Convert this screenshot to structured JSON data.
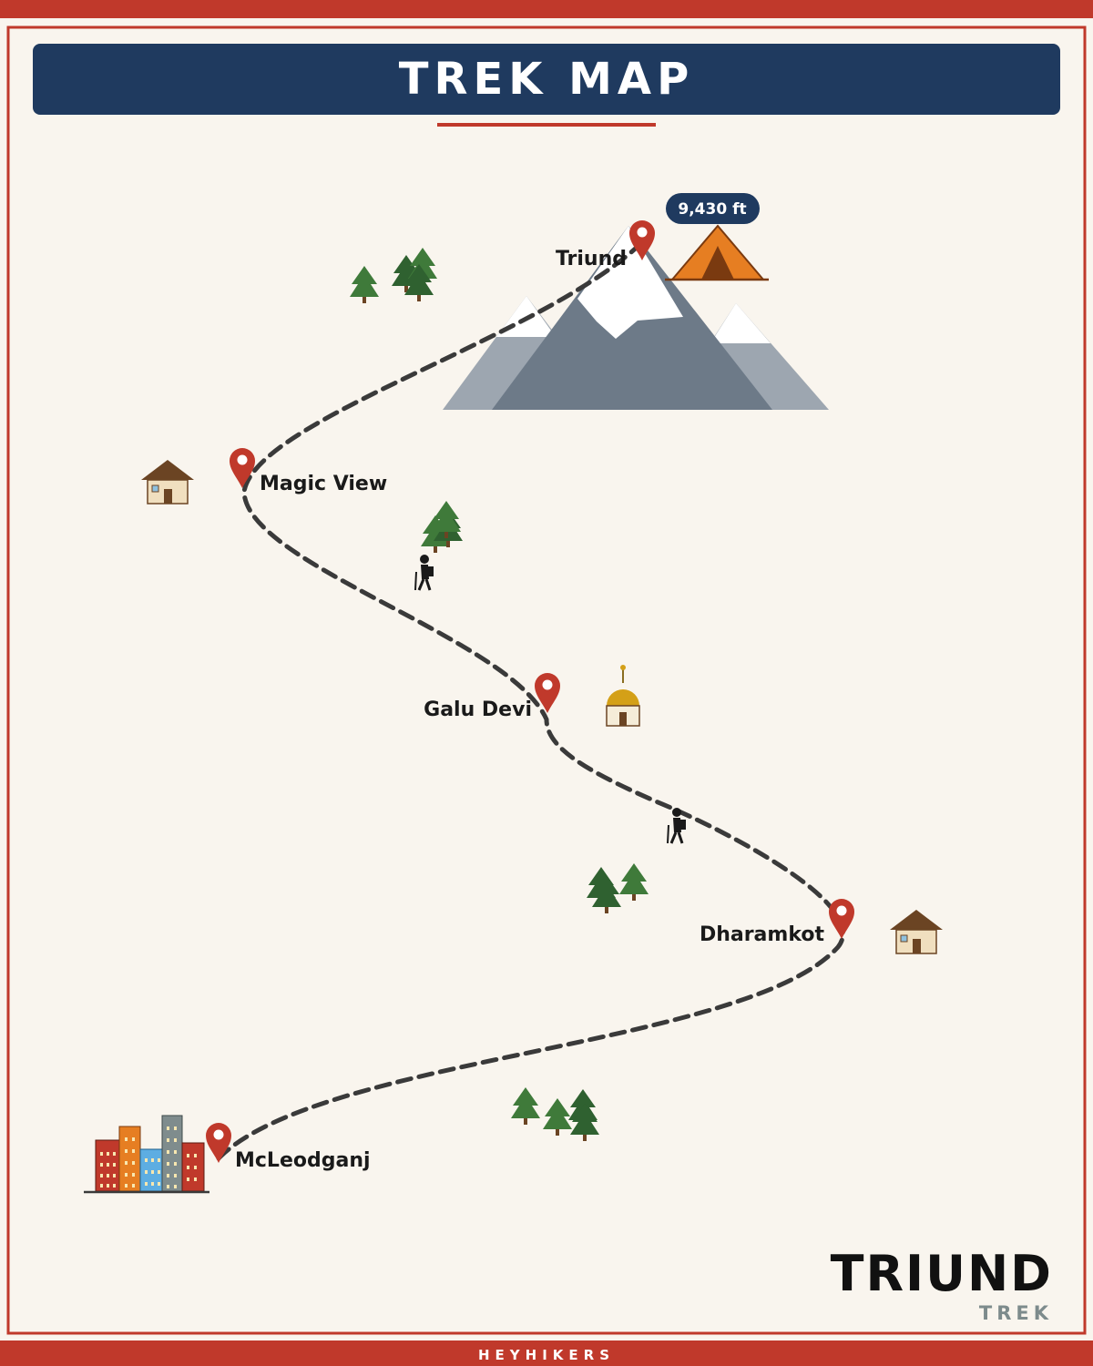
{
  "header": {
    "title": "TREK MAP"
  },
  "route": {
    "stops": [
      {
        "name": "McLeodganj"
      },
      {
        "name": "Dharamkot"
      },
      {
        "name": "Galu Devi"
      },
      {
        "name": "Magic View"
      },
      {
        "name": "Triund"
      }
    ]
  },
  "summit": {
    "altitude": "9,430 ft"
  },
  "brand": {
    "title": "TRIUND",
    "subtitle": "TREK"
  },
  "footer": {
    "text": "HEYHIKERS"
  },
  "colors": {
    "accent_red": "#c0392b",
    "navy": "#1f3a5f",
    "background": "#f9f5ee",
    "path": "#3a3a3a"
  },
  "icons": [
    "map-pin-icon",
    "mountain-icon",
    "tent-icon",
    "pine-tree-icon",
    "house-icon",
    "temple-icon",
    "city-buildings-icon",
    "hiker-icon"
  ]
}
